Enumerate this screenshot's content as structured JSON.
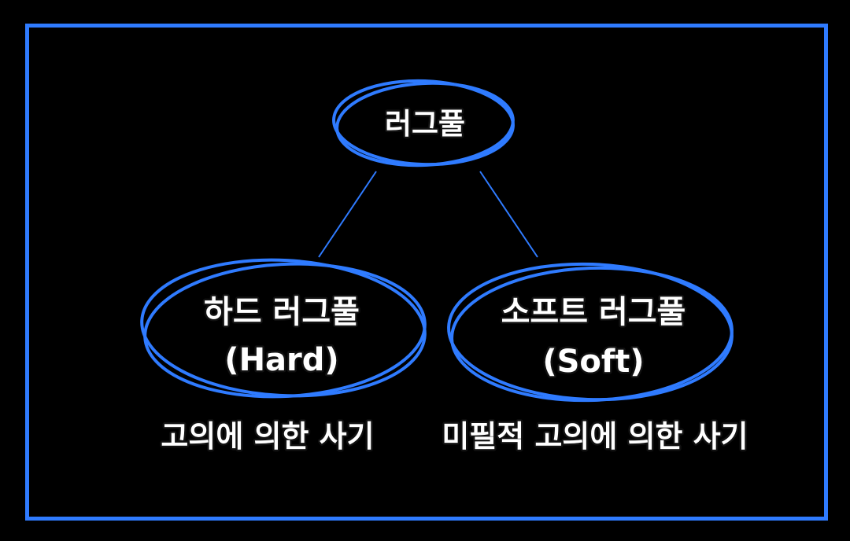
{
  "colors": {
    "background": "#000000",
    "accent": "#2f7bff",
    "text": "#ffffff"
  },
  "root": {
    "label": "러그풀"
  },
  "hard": {
    "label_line1": "하드 러그풀",
    "label_line2": "(Hard)",
    "caption": "고의에 의한 사기"
  },
  "soft": {
    "label_line1": "소프트 러그풀",
    "label_line2": "(Soft)",
    "caption": "미필적 고의에 의한 사기"
  }
}
